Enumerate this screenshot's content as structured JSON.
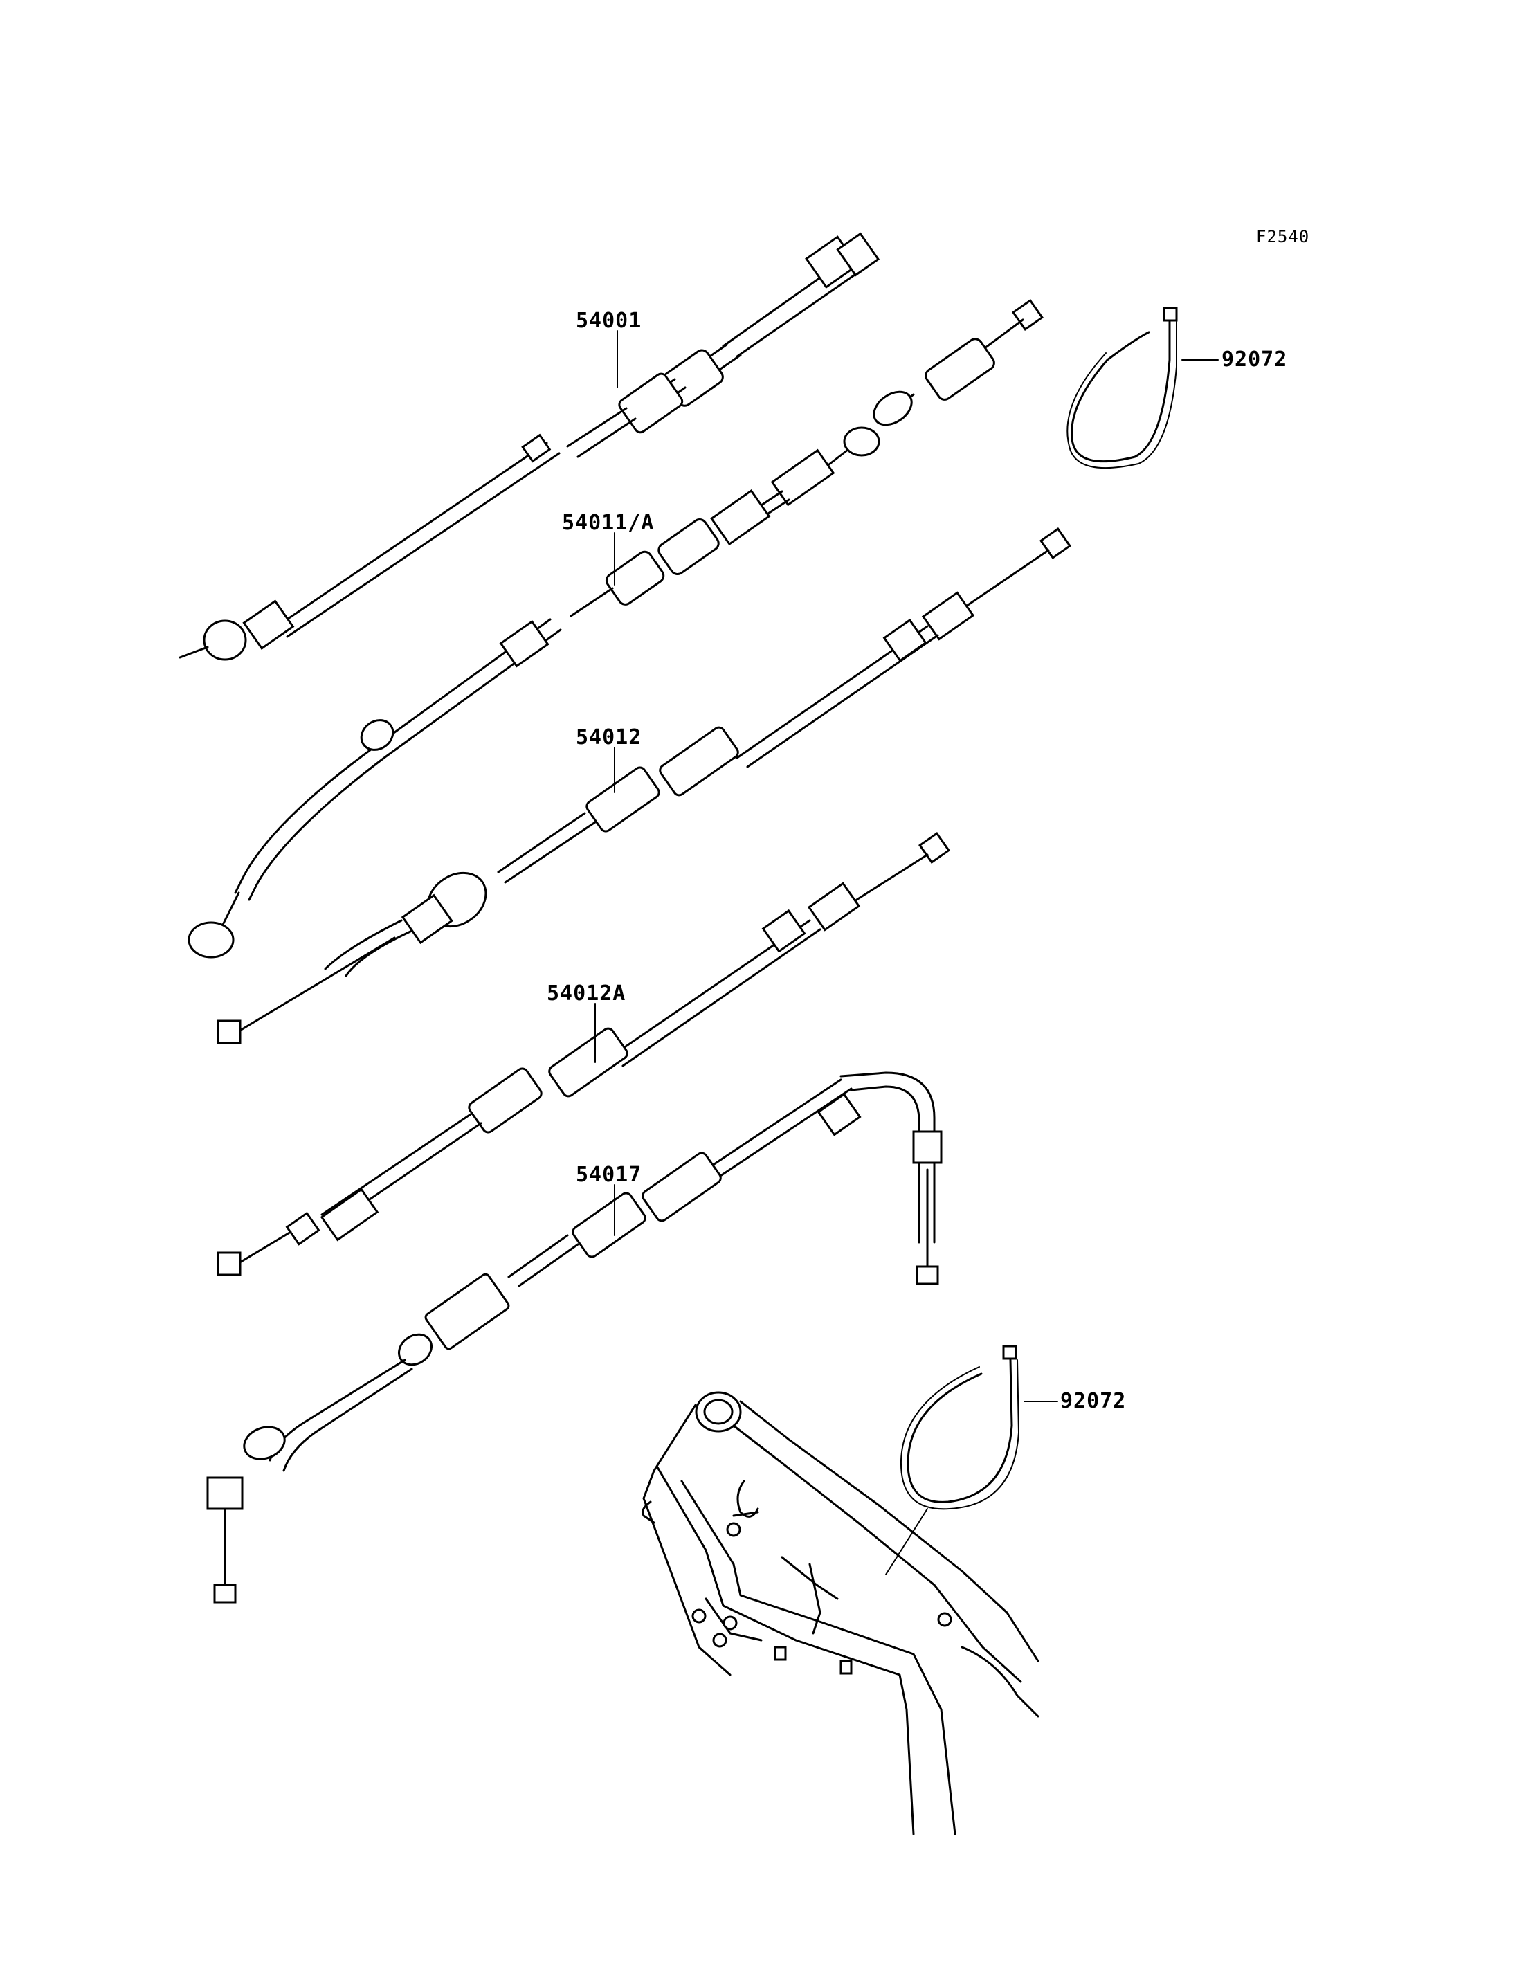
{
  "diagram_code": "F2540",
  "part_labels": {
    "p54001": "54001",
    "p54011": "54011/A",
    "p54012": "54012",
    "p54012a": "54012A",
    "p54017": "54017",
    "p92072_top": "92072",
    "p92072_bottom": "92072"
  }
}
